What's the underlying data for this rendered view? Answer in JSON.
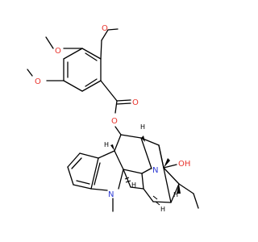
{
  "colors": {
    "oxygen": "#e8332c",
    "nitrogen": "#2d3bd4",
    "carbon": "#000000",
    "background": "#ffffff"
  },
  "labels": {
    "o_methoxy_top": "O",
    "o_methoxy_mid": "O",
    "o_methoxy_left": "O",
    "o_carbonyl": "O",
    "o_ester": "O",
    "n_bridge": "N",
    "n_indoline": "N",
    "oh": "OH",
    "h_stereo_1": "H",
    "h_stereo_2": "H",
    "h_stereo_3": "H",
    "h_stereo_4": "H",
    "h_stereo_5": "H"
  }
}
